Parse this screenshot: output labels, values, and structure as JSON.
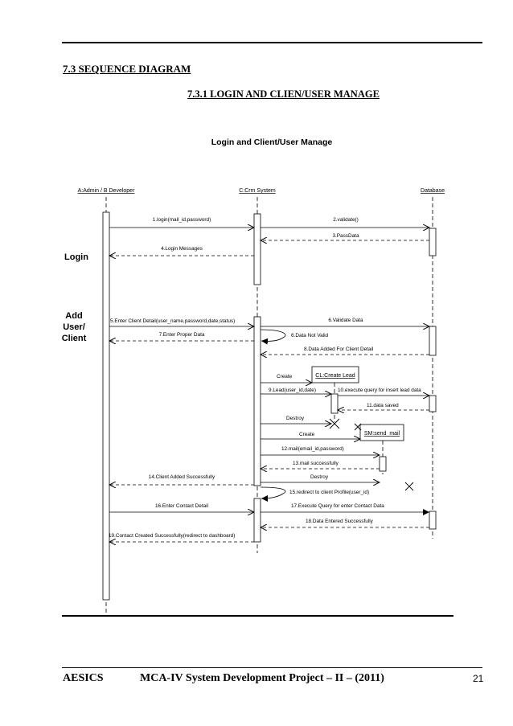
{
  "section_heading": "7.3 SEQUENCE DIAGRAM",
  "subsection_heading": "7.3.1 LOGIN AND CLIEN/USER MANAGE",
  "diagram": {
    "title": "Login and Client/User Manage",
    "lifelines": {
      "admin": "A:Admin / B Developer",
      "crm": "C:Crm System",
      "database": "Database",
      "lead": "CL:Create Lead",
      "mail": "SM:send_mail"
    },
    "phases": {
      "login": "Login",
      "add_user_line1": "Add",
      "add_user_line2": "User/",
      "add_user_line3": "Client"
    },
    "messages": {
      "m1": "1.login(mail_id,password)",
      "m2": "2.validate()",
      "m3": "3.PassData",
      "m4": "4.Login Messages",
      "m5": "5.Enter Client Detail(user_name,password,date,status)",
      "m6": "6.Validate Data",
      "m7": "7.Enter Proper Data",
      "m6b": "6.Data Not Valid",
      "m8": "8.Data Added For Client Detail",
      "create1": "Create",
      "m9": "9.Lead(user_id,date)",
      "m10": "10.execute query for insert lead data",
      "m11": "11.data saved",
      "destroy1": "Destroy",
      "create2": "Create",
      "m12": "12.mail(email_id,password)",
      "m13": "13.mail successfully",
      "m14": "14.Client Added Successfully",
      "destroy2": "Destroy",
      "m15": "15.redirect to client Profile(user_id)",
      "m16": "16.Enter Contact Detail",
      "m17": "17.Execute Query for enter Contact Data",
      "m18": "18.Data Entered Successfully",
      "m19": "19.Contact Created Successfully(redirect to dashboard)"
    }
  },
  "footer": {
    "left": "AESICS",
    "center": "MCA-IV System Development Project – II – (2011)",
    "page": "21"
  }
}
